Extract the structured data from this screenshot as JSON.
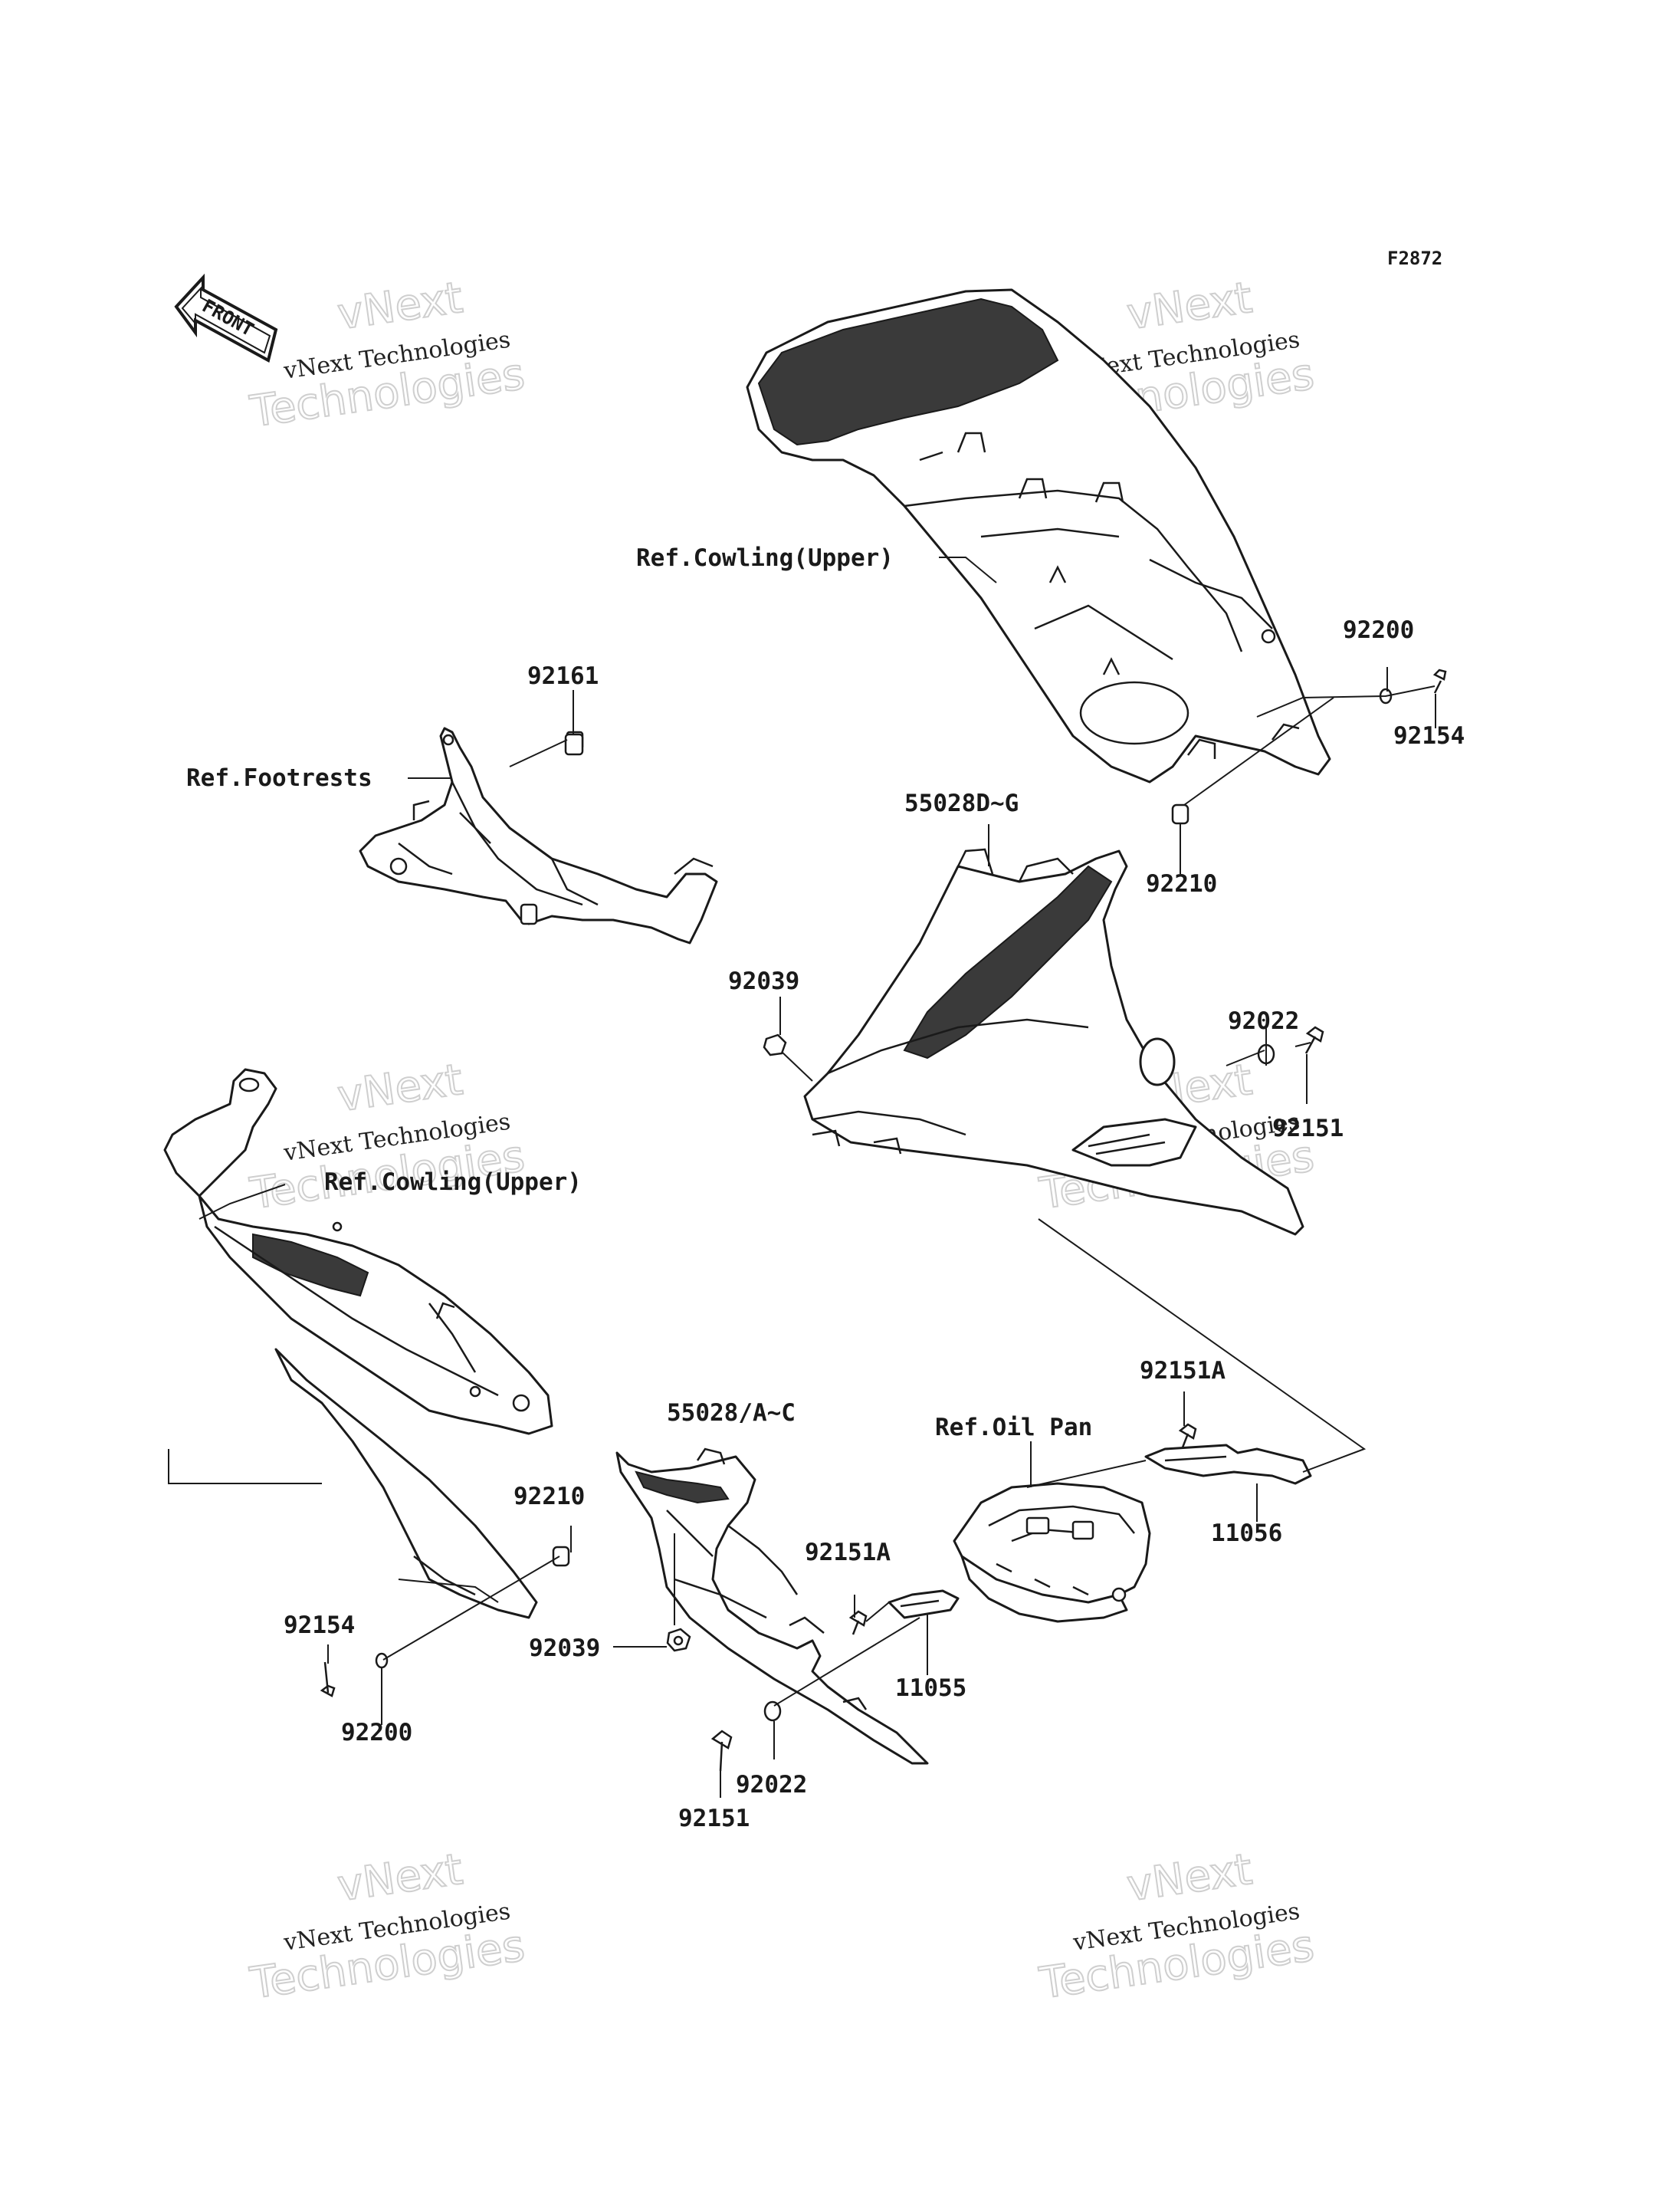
{
  "diagram_code": "F2872",
  "front_badge": "FRONT",
  "watermark": {
    "line1": "vNext Technologies",
    "line2": "vNext",
    "line3": "Technologies"
  },
  "refs": {
    "cowling_upper_a": "Ref.Cowling(Upper)",
    "cowling_upper_b": "Ref.Cowling(Upper)",
    "footrests": "Ref.Footrests",
    "oil_pan": "Ref.Oil Pan"
  },
  "parts": {
    "p92161": "92161",
    "p92200_a": "92200",
    "p92154_a": "92154",
    "p55028_dg": "55028D~G",
    "p92210_a": "92210",
    "p92039_a": "92039",
    "p92022_a": "92022",
    "p92151_a": "92151",
    "p92151A_a": "92151A",
    "p55028_ac": "55028/A~C",
    "p92210_b": "92210",
    "p11056": "11056",
    "p92151A_b": "92151A",
    "p92154_b": "92154",
    "p92039_b": "92039",
    "p11055": "11055",
    "p92200_b": "92200",
    "p92022_b": "92022",
    "p92151_b": "92151"
  }
}
